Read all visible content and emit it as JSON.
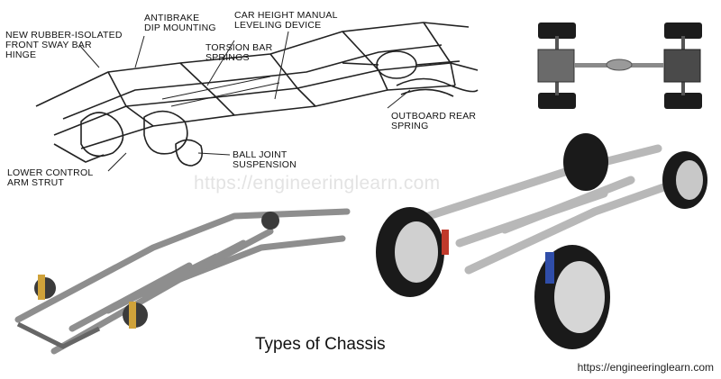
{
  "diagram_labels": {
    "antibrake_dip": "ANTIBRAKE\nDIP MOUNTING",
    "car_height": "CAR HEIGHT MANUAL\nLEVELING DEVICE",
    "new_rubber": "NEW RUBBER-ISOLATED\nFRONT SWAY BAR\nHINGE",
    "torsion_bar": "TORSION BAR\nSPRINGS",
    "outboard_rear": "OUTBOARD REAR\nSPRING",
    "ball_joint": "BALL JOINT\nSUSPENSION",
    "lower_control": "LOWER CONTROL\nARM STRUT"
  },
  "watermark": "https://engineeringlearn.com",
  "caption": "Types of Chassis",
  "credit": "https://engineeringlearn.com"
}
